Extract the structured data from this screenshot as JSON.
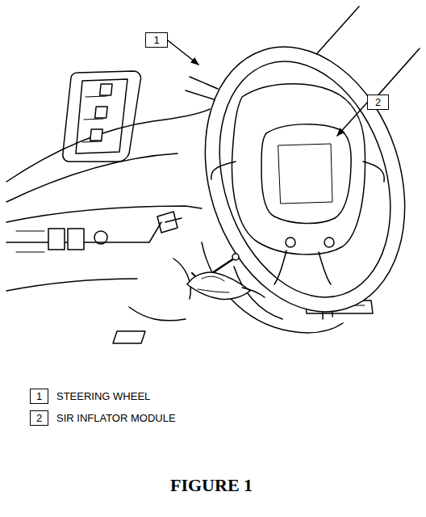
{
  "diagram": {
    "caption": "FIGURE 1",
    "nodes": [
      {
        "text": [
          "1"
        ]
      },
      {
        "text": [
          "2"
        ]
      },
      {
        "text": [
          "1",
          "STEERING WHEEL"
        ]
      },
      {
        "text": [
          "2",
          "SIR INFLATOR MODULE"
        ]
      }
    ]
  }
}
